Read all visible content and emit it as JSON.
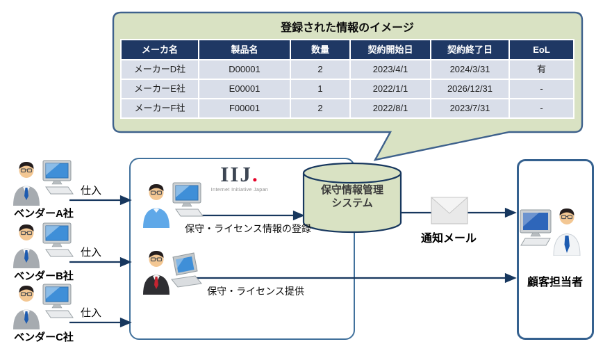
{
  "callout": {
    "title": "登録された情報のイメージ",
    "table": {
      "headers": [
        "メーカ名",
        "製品名",
        "数量",
        "契約開始日",
        "契約終了日",
        "EoL"
      ],
      "rows": [
        [
          "メーカーD社",
          "D00001",
          "2",
          "2023/4/1",
          "2024/3/31",
          "有"
        ],
        [
          "メーカーE社",
          "E00001",
          "1",
          "2022/1/1",
          "2026/12/31",
          "-"
        ],
        [
          "メーカーF社",
          "F00001",
          "2",
          "2022/8/1",
          "2023/7/31",
          "-"
        ]
      ]
    }
  },
  "vendors": [
    {
      "label": "ベンダーA社",
      "arrow_label": "仕入"
    },
    {
      "label": "ベンダーB社",
      "arrow_label": "仕入"
    },
    {
      "label": "ベンダーC社",
      "arrow_label": "仕入"
    }
  ],
  "center_box": {
    "logo_text": "IIJ",
    "logo_dot": ".",
    "logo_subtext": "Internet Initiative Japan",
    "db_line1": "保守情報管理",
    "db_line2": "システム",
    "register_label": "保守・ライセンス情報の登録",
    "provide_label": "保守・ライセンス提供"
  },
  "notification": {
    "label": "通知メール"
  },
  "customer": {
    "label": "顧客担当者"
  },
  "icons": {
    "vendor": "person-with-desktop-icon",
    "registrar": "person-with-desktop-icon",
    "provider": "person-with-laptop-icon",
    "customer": "person-with-desktop-icon",
    "mail": "envelope-icon",
    "database": "database-cylinder-icon"
  },
  "colors": {
    "bubble_fill": "#D9E2C3",
    "bubble_border": "#3E618C",
    "table_header_bg": "#1F3864",
    "table_row_bg": "#D9DEE9",
    "center_box_border": "#41719C",
    "right_box_border": "#35618F",
    "arrow": "#17375E",
    "logo_red": "#E60027"
  }
}
